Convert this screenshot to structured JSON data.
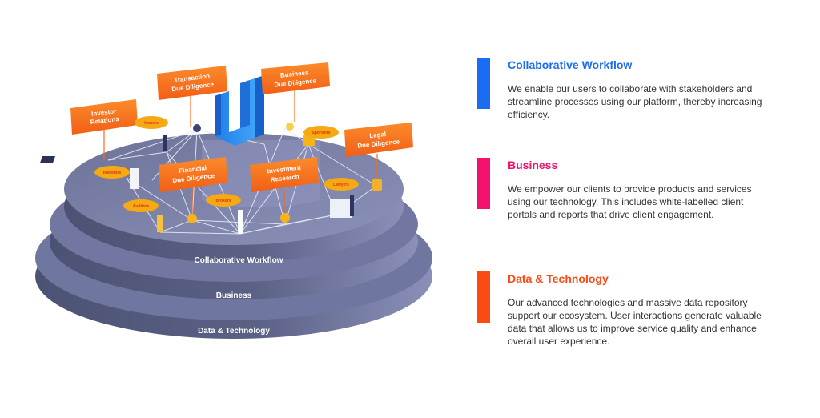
{
  "colors": {
    "collaborative": "#1a6cf5",
    "business": "#f0126b",
    "data_tech": "#fb4a14",
    "platform_dark": "#545a7a",
    "platform_top": "#7a80a4",
    "box_orange": "#f5701f",
    "bubble_yellow": "#f7a914",
    "logo_blue": "#2e8ff0"
  },
  "diagram": {
    "tiers": [
      {
        "label": "Collaborative Workflow"
      },
      {
        "label": "Business"
      },
      {
        "label": "Data & Technology"
      }
    ],
    "service_boxes": [
      {
        "line1": "Investor",
        "line2": "Relations"
      },
      {
        "line1": "Transaction",
        "line2": "Due Diligence"
      },
      {
        "line1": "Business",
        "line2": "Due Diligence"
      },
      {
        "line1": "Legal",
        "line2": "Due Diligence"
      },
      {
        "line1": "Financial",
        "line2": "Due Diligence"
      },
      {
        "line1": "Investment",
        "line2": "Research"
      }
    ],
    "bubbles": [
      {
        "label": "Issuers"
      },
      {
        "label": "Investors"
      },
      {
        "label": "Auditors"
      },
      {
        "label": "Brokers"
      },
      {
        "label": "Sponsors"
      },
      {
        "label": "Lawyers"
      }
    ]
  },
  "sections": [
    {
      "title": "Collaborative Workflow",
      "body": "We enable our users to collaborate with stakeholders and streamline processes using our platform, thereby increasing efficiency."
    },
    {
      "title": "Business",
      "body": "We empower our clients to provide products and services using our technology. This includes white-labelled client portals and reports that drive client engagement."
    },
    {
      "title": "Data & Technology",
      "body": "Our advanced technologies and massive data repository support our ecosystem. User interactions generate valuable data that allows us to improve service quality and enhance overall user experience."
    }
  ]
}
